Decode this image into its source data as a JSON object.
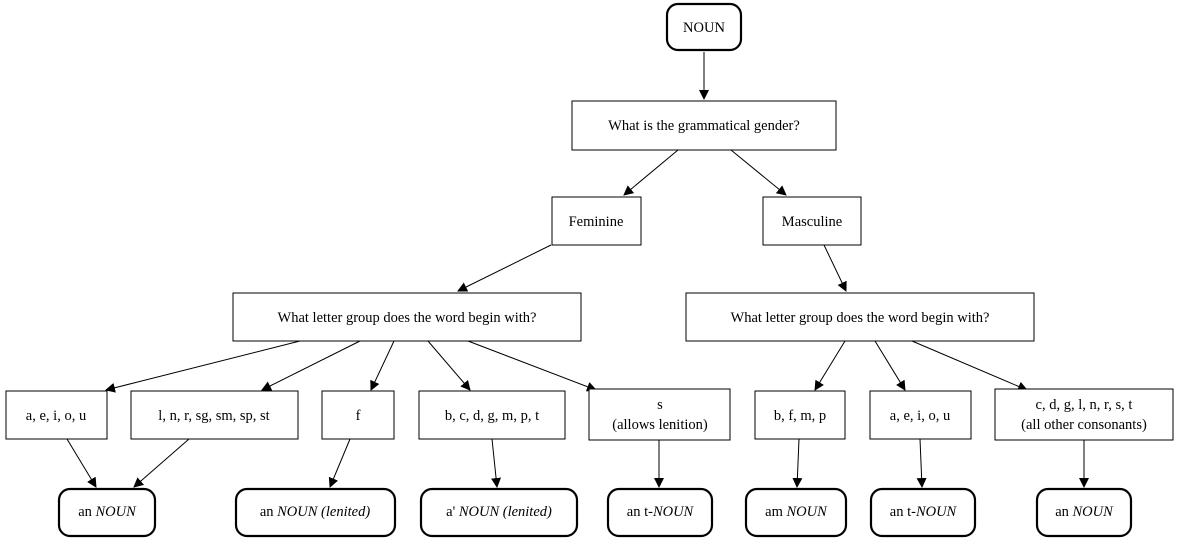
{
  "root": {
    "label": "NOUN"
  },
  "question_gender": {
    "label": "What is the grammatical gender?"
  },
  "genders": {
    "feminine": "Feminine",
    "masculine": "Masculine"
  },
  "question_letter_fem": {
    "label": "What letter group does the word begin with?"
  },
  "question_letter_masc": {
    "label": "What letter group does the word begin with?"
  },
  "feminine_groups": {
    "vowels": "a, e, i, o, u",
    "lnr": "l, n, r, sg, sm, sp, st",
    "f": "f",
    "bcdgmpt": "b, c, d, g, m, p, t",
    "s_line1": "s",
    "s_line2": "(allows lenition)"
  },
  "masculine_groups": {
    "bfmp": "b, f, m, p",
    "vowels": "a, e, i, o, u",
    "other_line1": "c, d, g, l, n, r, s, t",
    "other_line2": "(all other consonants)"
  },
  "results": {
    "r1": {
      "prefix": "an ",
      "noun": "NOUN",
      "suffix": ""
    },
    "r2": {
      "prefix": "an ",
      "noun": "NOUN (lenited)",
      "suffix": ""
    },
    "r3": {
      "prefix": "a' ",
      "noun": "NOUN (lenited)",
      "suffix": ""
    },
    "r4": {
      "prefix": "an t-",
      "noun": "NOUN",
      "suffix": ""
    },
    "r5": {
      "prefix": "am ",
      "noun": "NOUN",
      "suffix": ""
    },
    "r6": {
      "prefix": "an t-",
      "noun": "NOUN",
      "suffix": ""
    },
    "r7": {
      "prefix": "an ",
      "noun": "NOUN",
      "suffix": ""
    }
  }
}
